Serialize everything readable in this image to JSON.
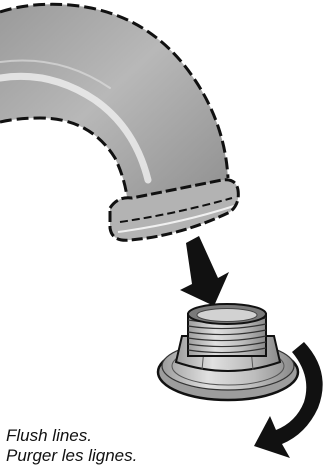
{
  "captions": {
    "english": "Flush lines.",
    "french": "Purger les lignes."
  },
  "colors": {
    "outline": "#111111",
    "hose_fill": "#a9a9a9",
    "hose_highlight": "#ececec",
    "fitting_fill": "#c9c9c9",
    "arrow": "#111111"
  },
  "icons": {
    "hose": "curved-water-hose",
    "fitting": "threaded-inlet-fitting",
    "down_arrow": "down-arrow-icon",
    "rotate_arrow": "clockwise-curved-arrow-icon"
  }
}
